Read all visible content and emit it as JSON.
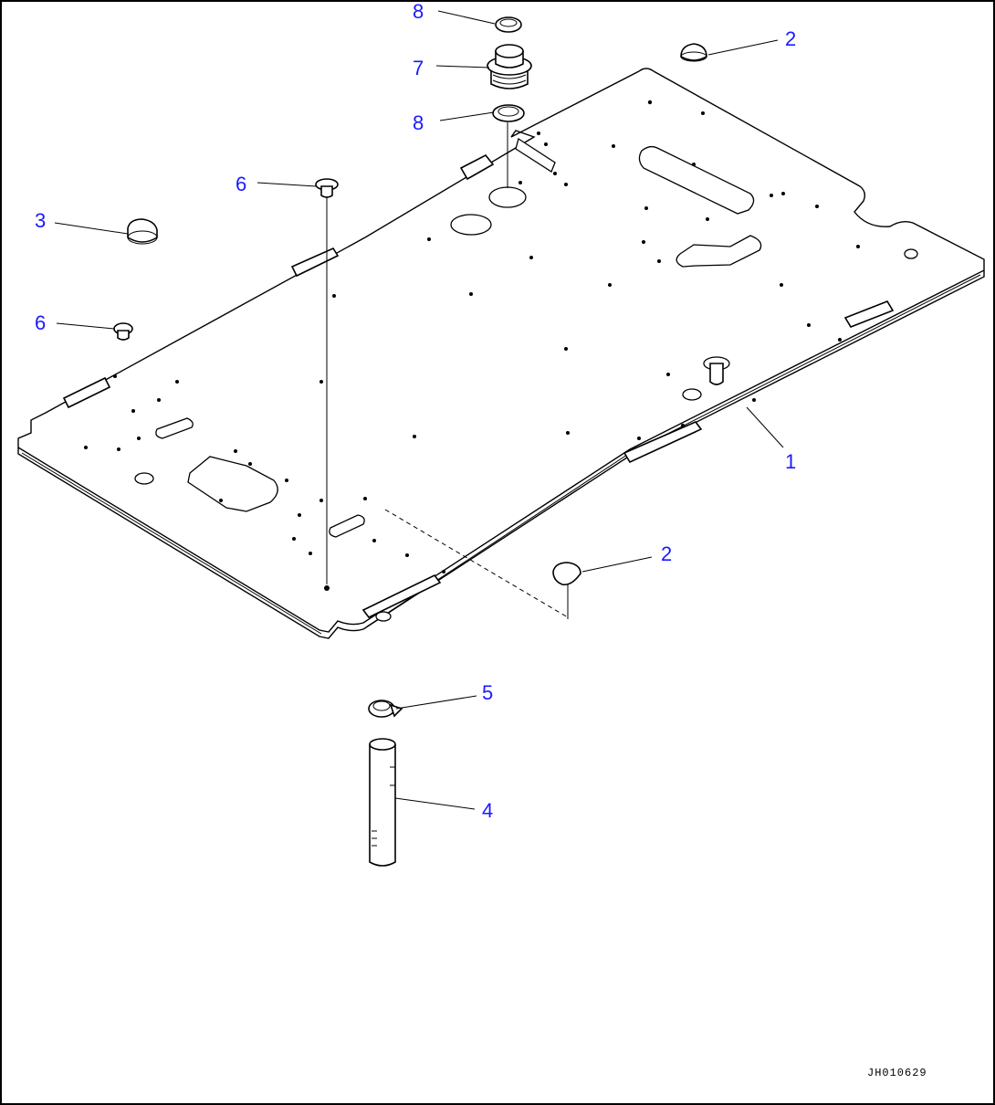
{
  "callouts": {
    "c1": "1",
    "c2a": "2",
    "c2b": "2",
    "c3": "3",
    "c4": "4",
    "c5": "5",
    "c6a": "6",
    "c6b": "6",
    "c7": "7",
    "c8a": "8",
    "c8b": "8"
  },
  "drawing_code": "JH010629",
  "colors": {
    "callout": "#1a1aff",
    "line": "#000000",
    "background": "#ffffff"
  }
}
